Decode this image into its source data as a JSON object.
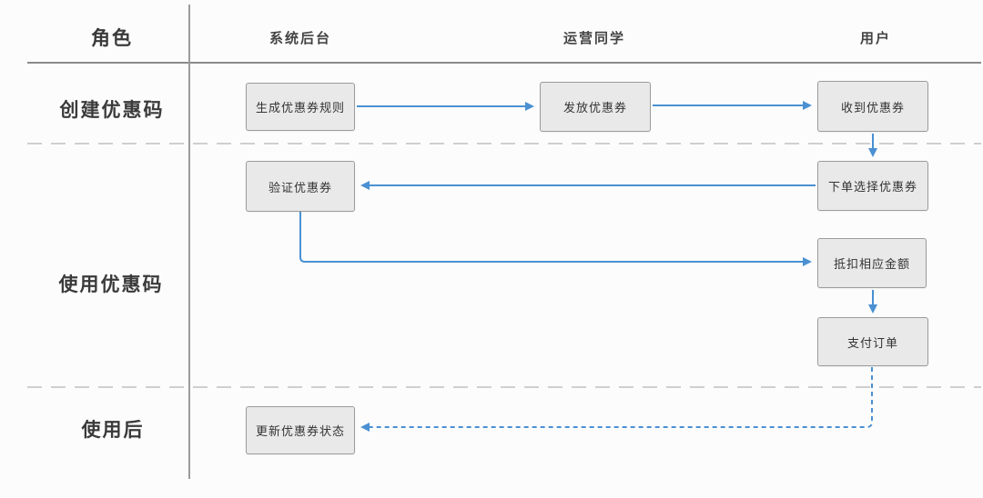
{
  "diagram": {
    "title_semantic": "coupon-code-flow-swimlane",
    "header": {
      "role": "角色",
      "col_system": "系统后台",
      "col_ops": "运营同学",
      "col_user": "用户"
    },
    "rows": {
      "create": "创建优惠码",
      "use": "使用优惠码",
      "after": "使用后"
    },
    "nodes": {
      "generate_rule": "生成优惠券规则",
      "issue_coupon": "发放优惠券",
      "receive_coupon": "收到优惠券",
      "verify_coupon": "验证优惠券",
      "order_select_coupon": "下单选择优惠券",
      "deduct_amount": "抵扣相应金额",
      "pay_order": "支付订单",
      "update_status": "更新优惠券状态"
    },
    "colors": {
      "arrow": "#4a90d2",
      "header_line": "#8a8a8a",
      "lane_line": "#9b9b9b",
      "divider": "#cfcfcf",
      "box_fill": "#e9e9e9",
      "box_border": "#9b9b9b"
    }
  }
}
